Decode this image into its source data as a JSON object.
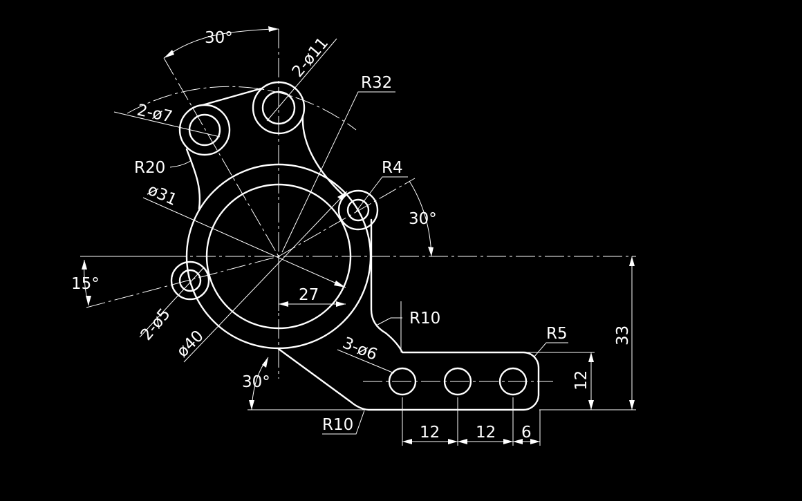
{
  "labels": {
    "angle_top": "30°",
    "hole_2_d11": "2-ø11",
    "hole_2_d7": "2-ø7",
    "r32": "R32",
    "r20": "R20",
    "r4": "R4",
    "d31": "ø31",
    "angle_right": "30°",
    "angle_left": "15°",
    "dim_27": "27",
    "r10_top": "R10",
    "hole_2_d5": "2-ø5",
    "d40": "ø40",
    "hole_3_d6": "3-ø6",
    "r5": "R5",
    "dim_33": "33",
    "dim_12_v": "12",
    "angle_bottom": "30°",
    "r10_bottom": "R10",
    "dim_12_a": "12",
    "dim_12_b": "12",
    "dim_6": "6"
  },
  "colors": {
    "background": "#000000",
    "lines": "#ffffff"
  }
}
